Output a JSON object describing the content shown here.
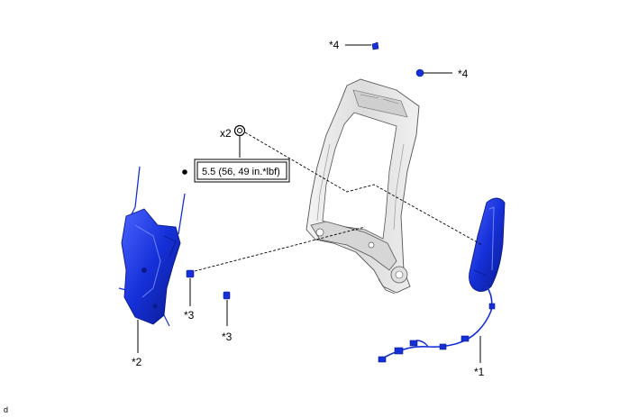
{
  "diagram": {
    "callouts": {
      "item_1": "*1",
      "item_2": "*2",
      "item_3_a": "*3",
      "item_3_b": "*3",
      "item_4_a": "*4",
      "item_4_b": "*4"
    },
    "fastener_count": "x2",
    "torque_spec": "5.5 (56, 49 in.*lbf)",
    "illustration_id": "d"
  },
  "colors": {
    "part_blue": "#1530d8",
    "part_dark_blue": "#0a1a8a",
    "frame_gray": "#e6e6e6",
    "frame_line": "#555555"
  }
}
